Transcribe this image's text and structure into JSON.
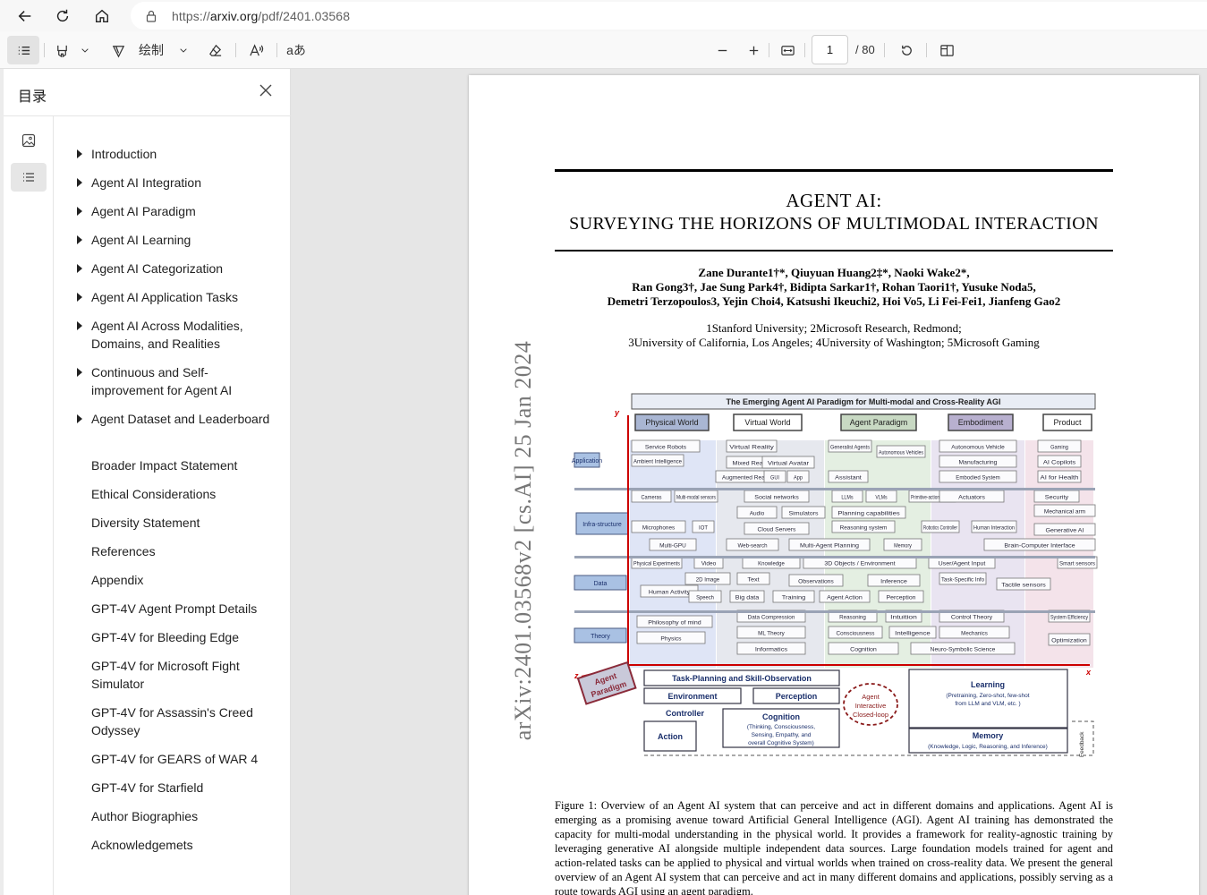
{
  "browser": {
    "url_prefix": "https://",
    "url_host": "arxiv.org",
    "url_path": "/pdf/2401.03568"
  },
  "toolbar": {
    "draw_label": "绘制",
    "translate_label": "aあ",
    "page_number": "1",
    "page_total": "/ 80"
  },
  "sidebar": {
    "title": "目录",
    "items": [
      {
        "label": "Introduction",
        "expandable": true
      },
      {
        "label": "Agent AI Integration",
        "expandable": true
      },
      {
        "label": "Agent AI Paradigm",
        "expandable": true
      },
      {
        "label": "Agent AI Learning",
        "expandable": true
      },
      {
        "label": "Agent AI Categorization",
        "expandable": true
      },
      {
        "label": "Agent AI Application Tasks",
        "expandable": true
      },
      {
        "label": "Agent AI Across Modalities, Domains, and Realities",
        "expandable": true
      },
      {
        "label": "Continuous and Self-improvement for Agent AI",
        "expandable": true
      },
      {
        "label": "Agent Dataset and Leaderboard",
        "expandable": true
      },
      {
        "label": "Broader Impact Statement",
        "expandable": false
      },
      {
        "label": "Ethical Considerations",
        "expandable": false
      },
      {
        "label": "Diversity Statement",
        "expandable": false
      },
      {
        "label": "References",
        "expandable": false
      },
      {
        "label": "Appendix",
        "expandable": false
      },
      {
        "label": "GPT-4V Agent Prompt Details",
        "expandable": false
      },
      {
        "label": "GPT-4V for Bleeding Edge",
        "expandable": false
      },
      {
        "label": "GPT-4V for Microsoft Fight Simulator",
        "expandable": false
      },
      {
        "label": "GPT-4V for Assassin's Creed Odyssey",
        "expandable": false
      },
      {
        "label": "GPT-4V for GEARS of WAR 4",
        "expandable": false
      },
      {
        "label": "GPT-4V for Starfield",
        "expandable": false
      },
      {
        "label": "Author Biographies",
        "expandable": false
      },
      {
        "label": "Acknowledgemets",
        "expandable": false
      }
    ]
  },
  "paper": {
    "title_line1": "AGENT AI:",
    "title_line2": "SURVEYING THE HORIZONS OF MULTIMODAL INTERACTION",
    "authors_line1": "Zane Durante1†*, Qiuyuan Huang2‡*, Naoki Wake2*,",
    "authors_line2": "Ran Gong3†, Jae Sung Park4†, Bidipta Sarkar1†, Rohan Taori1†, Yusuke Noda5,",
    "authors_line3": "Demetri Terzopoulos3, Yejin Choi4, Katsushi Ikeuchi2, Hoi Vo5, Li Fei-Fei1, Jianfeng Gao2",
    "affil_line1": "1Stanford University; 2Microsoft Research, Redmond;",
    "affil_line2": "3University of California, Los Angeles; 4University of Washington; 5Microsoft Gaming",
    "arxiv_stamp": "arXiv:2401.03568v2  [cs.AI]  25 Jan 2024",
    "caption": "Figure 1: Overview of an Agent AI system that can perceive and act in different domains and applications. Agent AI is emerging as a promising avenue toward Artificial General Intelligence (AGI). Agent AI training has demonstrated the capacity for multi-modal understanding in the physical world. It provides a framework for reality-agnostic training by leveraging generative AI alongside multiple independent data sources. Large foundation models trained for agent and action-related tasks can be applied to physical and virtual worlds when trained on cross-reality data. We present the general overview of an Agent AI system that can perceive and act in many different domains and applications, possibly serving as a route towards AGI using an agent paradigm."
  },
  "figure": {
    "title": "The Emerging Agent AI Paradigm for Multi-modal and Cross-Reality AGI",
    "columns": [
      "Physical World",
      "Virtual World",
      "Agent Paradigm",
      "Embodiment",
      "Product"
    ],
    "rows": [
      "Application",
      "Infra-structure",
      "Data",
      "Theory"
    ],
    "boxes": [
      "Service Robots",
      "Ambient Intelligence",
      "Virtual Reality",
      "Mixed Reality",
      "Virtual Avatar",
      "Augmented Reality",
      "GUI",
      "App",
      "Generalist Agents",
      "Autonomous Vehicles",
      "Assistant",
      "Autonomous Vehicle",
      "Manufacturing",
      "Embodied System",
      "Gaming",
      "AI Copilots",
      "AI for Health",
      "Cameras",
      "Multi-modal sensors",
      "Social networks",
      "Audio",
      "Simulators",
      "LLMs",
      "VLMs",
      "Primitive-action system",
      "Planning capabilities",
      "Actuators",
      "Security",
      "Mechanical arm",
      "Microphones",
      "IOT",
      "Cloud Servers",
      "Reasoning system",
      "Robotics Controller",
      "Human Interaction",
      "Generative AI",
      "Multi-GPU",
      "Web-search",
      "Multi-Agent Planning",
      "Memory",
      "Brain-Computer Interface",
      "Physical Experiments",
      "Video",
      "Knowledge",
      "3D Objects / Environment",
      "User/Agent Input",
      "Smart sensors",
      "2D Image",
      "Text",
      "Observations",
      "Inference",
      "Human Activity",
      "Speech",
      "Big data",
      "Training",
      "Agent Action",
      "Perception",
      "Task-Specific Info",
      "Tactile sensors",
      "Philosophy of mind",
      "Data Compression",
      "Reasoning",
      "Intuition",
      "Control Theory",
      "System Efficiency",
      "Physics",
      "ML Theory",
      "Consciousness",
      "Intelligence",
      "Mechanics",
      "Optimization",
      "Informatics",
      "Cognition",
      "Neuro-Symbolic Science"
    ],
    "axis_x": "x",
    "axis_y": "y",
    "axis_z": "z",
    "paradigm_label": "Agent Paradigm",
    "task_planning": "Task-Planning and Skill-Observation",
    "environment": "Environment",
    "perception": "Perception",
    "controller": "Controller",
    "action": "Action",
    "cognition": "Cognition",
    "cognition_sub1": "(Thinking, Consciousness,",
    "cognition_sub2": "Sensing, Empathy, and",
    "cognition_sub3": "overall Cognitive System)",
    "interactive": "Agent Interactive Closed-loop",
    "learning": "Learning",
    "learning_sub1": "(Pretraining, Zero-shot, few-shot",
    "learning_sub2": "from LLM and VLM, etc. )",
    "memory": "Memory",
    "memory_sub": "(Knowledge, Logic, Reasoning, and Inference)",
    "feedback": "Feedback"
  }
}
